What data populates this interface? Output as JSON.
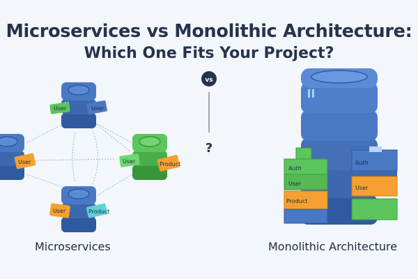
{
  "title": {
    "line1": "Microservices vs Monolithic Architecture:",
    "line2": "Which One Fits Your Project?"
  },
  "divider": {
    "vs_badge": "vs",
    "question_mark": "?"
  },
  "microservices": {
    "label": "Microservices",
    "top_server": {
      "tags": [
        "User",
        "User"
      ]
    },
    "left_server": {
      "tags": [
        "User"
      ]
    },
    "right_server": {
      "tags": [
        "User",
        "Product"
      ]
    },
    "bottom_server": {
      "tags": [
        "User",
        "Product"
      ]
    }
  },
  "monolith": {
    "label": "Monolithic Architecture",
    "left_modules": [
      "Auth",
      "User",
      "Product"
    ],
    "right_modules": [
      "Auth",
      "User"
    ]
  },
  "colors": {
    "navy": "#26334d",
    "server_blue": "#4a79c4",
    "service_green": "#5cc55c",
    "service_orange": "#f5a030",
    "service_cyan": "#5fd0d8"
  }
}
